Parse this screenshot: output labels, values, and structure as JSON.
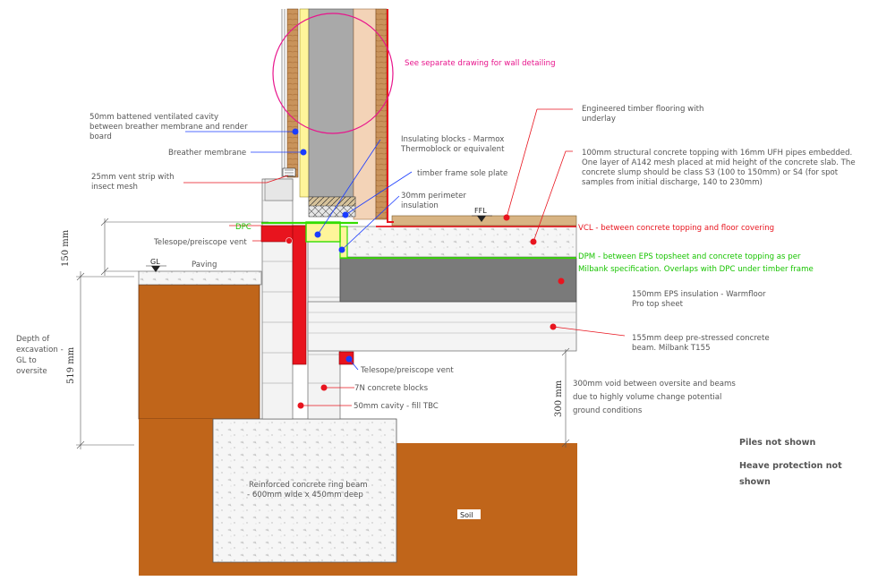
{
  "labels": {
    "see_drawing": "See separate drawing for wall detailing",
    "cavity_1": "50mm battened ventilated cavity",
    "cavity_2": "between breather membrane and render",
    "cavity_3": "board",
    "breather": "Breather membrane",
    "vent_strip_1": "25mm vent strip with",
    "vent_strip_2": "insect mesh",
    "dpc": "DPC",
    "telescope_vent_upper": "Telesope/preiscope vent",
    "gl": "GL",
    "paving": "Paving",
    "depth_1": "Depth of",
    "depth_2": "excavation -",
    "depth_3": "GL to",
    "depth_4": "oversite",
    "insulating_1": "Insulating blocks - Marmox",
    "insulating_2": "Thermoblock or equivalent",
    "sole_plate": "timber frame sole plate",
    "perimeter_1": "30mm perimeter",
    "perimeter_2": "insulation",
    "flooring_1": "Engineered timber flooring with",
    "flooring_2": "underlay",
    "topping_1": "100mm structural concrete topping with 16mm UFH pipes embedded.",
    "topping_2": "One layer of A142 mesh placed at mid height of the concrete slab. The",
    "topping_3": "concrete slump should be class S3 (100 to 150mm) or S4 (for spot",
    "topping_4": "samples from initial discharge, 140 to 230mm)",
    "ffl": "FFL",
    "vcl": "VCL - between concrete topping and floor covering",
    "dpm_1": "DPM - between EPS topsheet and concrete topping as per",
    "dpm_2": "Milbank specification. Overlaps with DPC under timber frame",
    "eps_1": "150mm EPS insulation - Warmfloor",
    "eps_2": "Pro top sheet",
    "beam_1": "155mm deep pre-stressed concrete",
    "beam_2": "beam. Milbank T155",
    "telescope_vent_lower": "Telesope/preiscope vent",
    "blocks_7n": "7N concrete blocks",
    "cavity_fill": "50mm cavity - fill TBC",
    "void_1": "300mm void between oversite and beams",
    "void_2": "due to highly volume change potential",
    "void_3": "ground conditions",
    "ring_beam_1": "Reinforced concrete ring beam",
    "ring_beam_2": "- 600mm wide x 450mm deep",
    "soil": "Soil",
    "piles": "Piles not shown",
    "heave_1": "Heave protection not",
    "heave_2": "shown"
  },
  "dimensions": {
    "dpc_height": "150 mm",
    "excavation_depth": "519 mm",
    "void_depth": "300 mm"
  },
  "colors": {
    "soil": "#c0651a",
    "insulation_eps": "#7a7a7a",
    "dpm": "#33dd00",
    "vcl": "#e8141e",
    "timber": "#d8b483",
    "concrete": "#f4f4f4",
    "wall_core": "#a9a9a9",
    "insulation_yellow": "#fff59a",
    "highlight_circle": "#e8148c",
    "callout_dot": "#1a3cff"
  }
}
